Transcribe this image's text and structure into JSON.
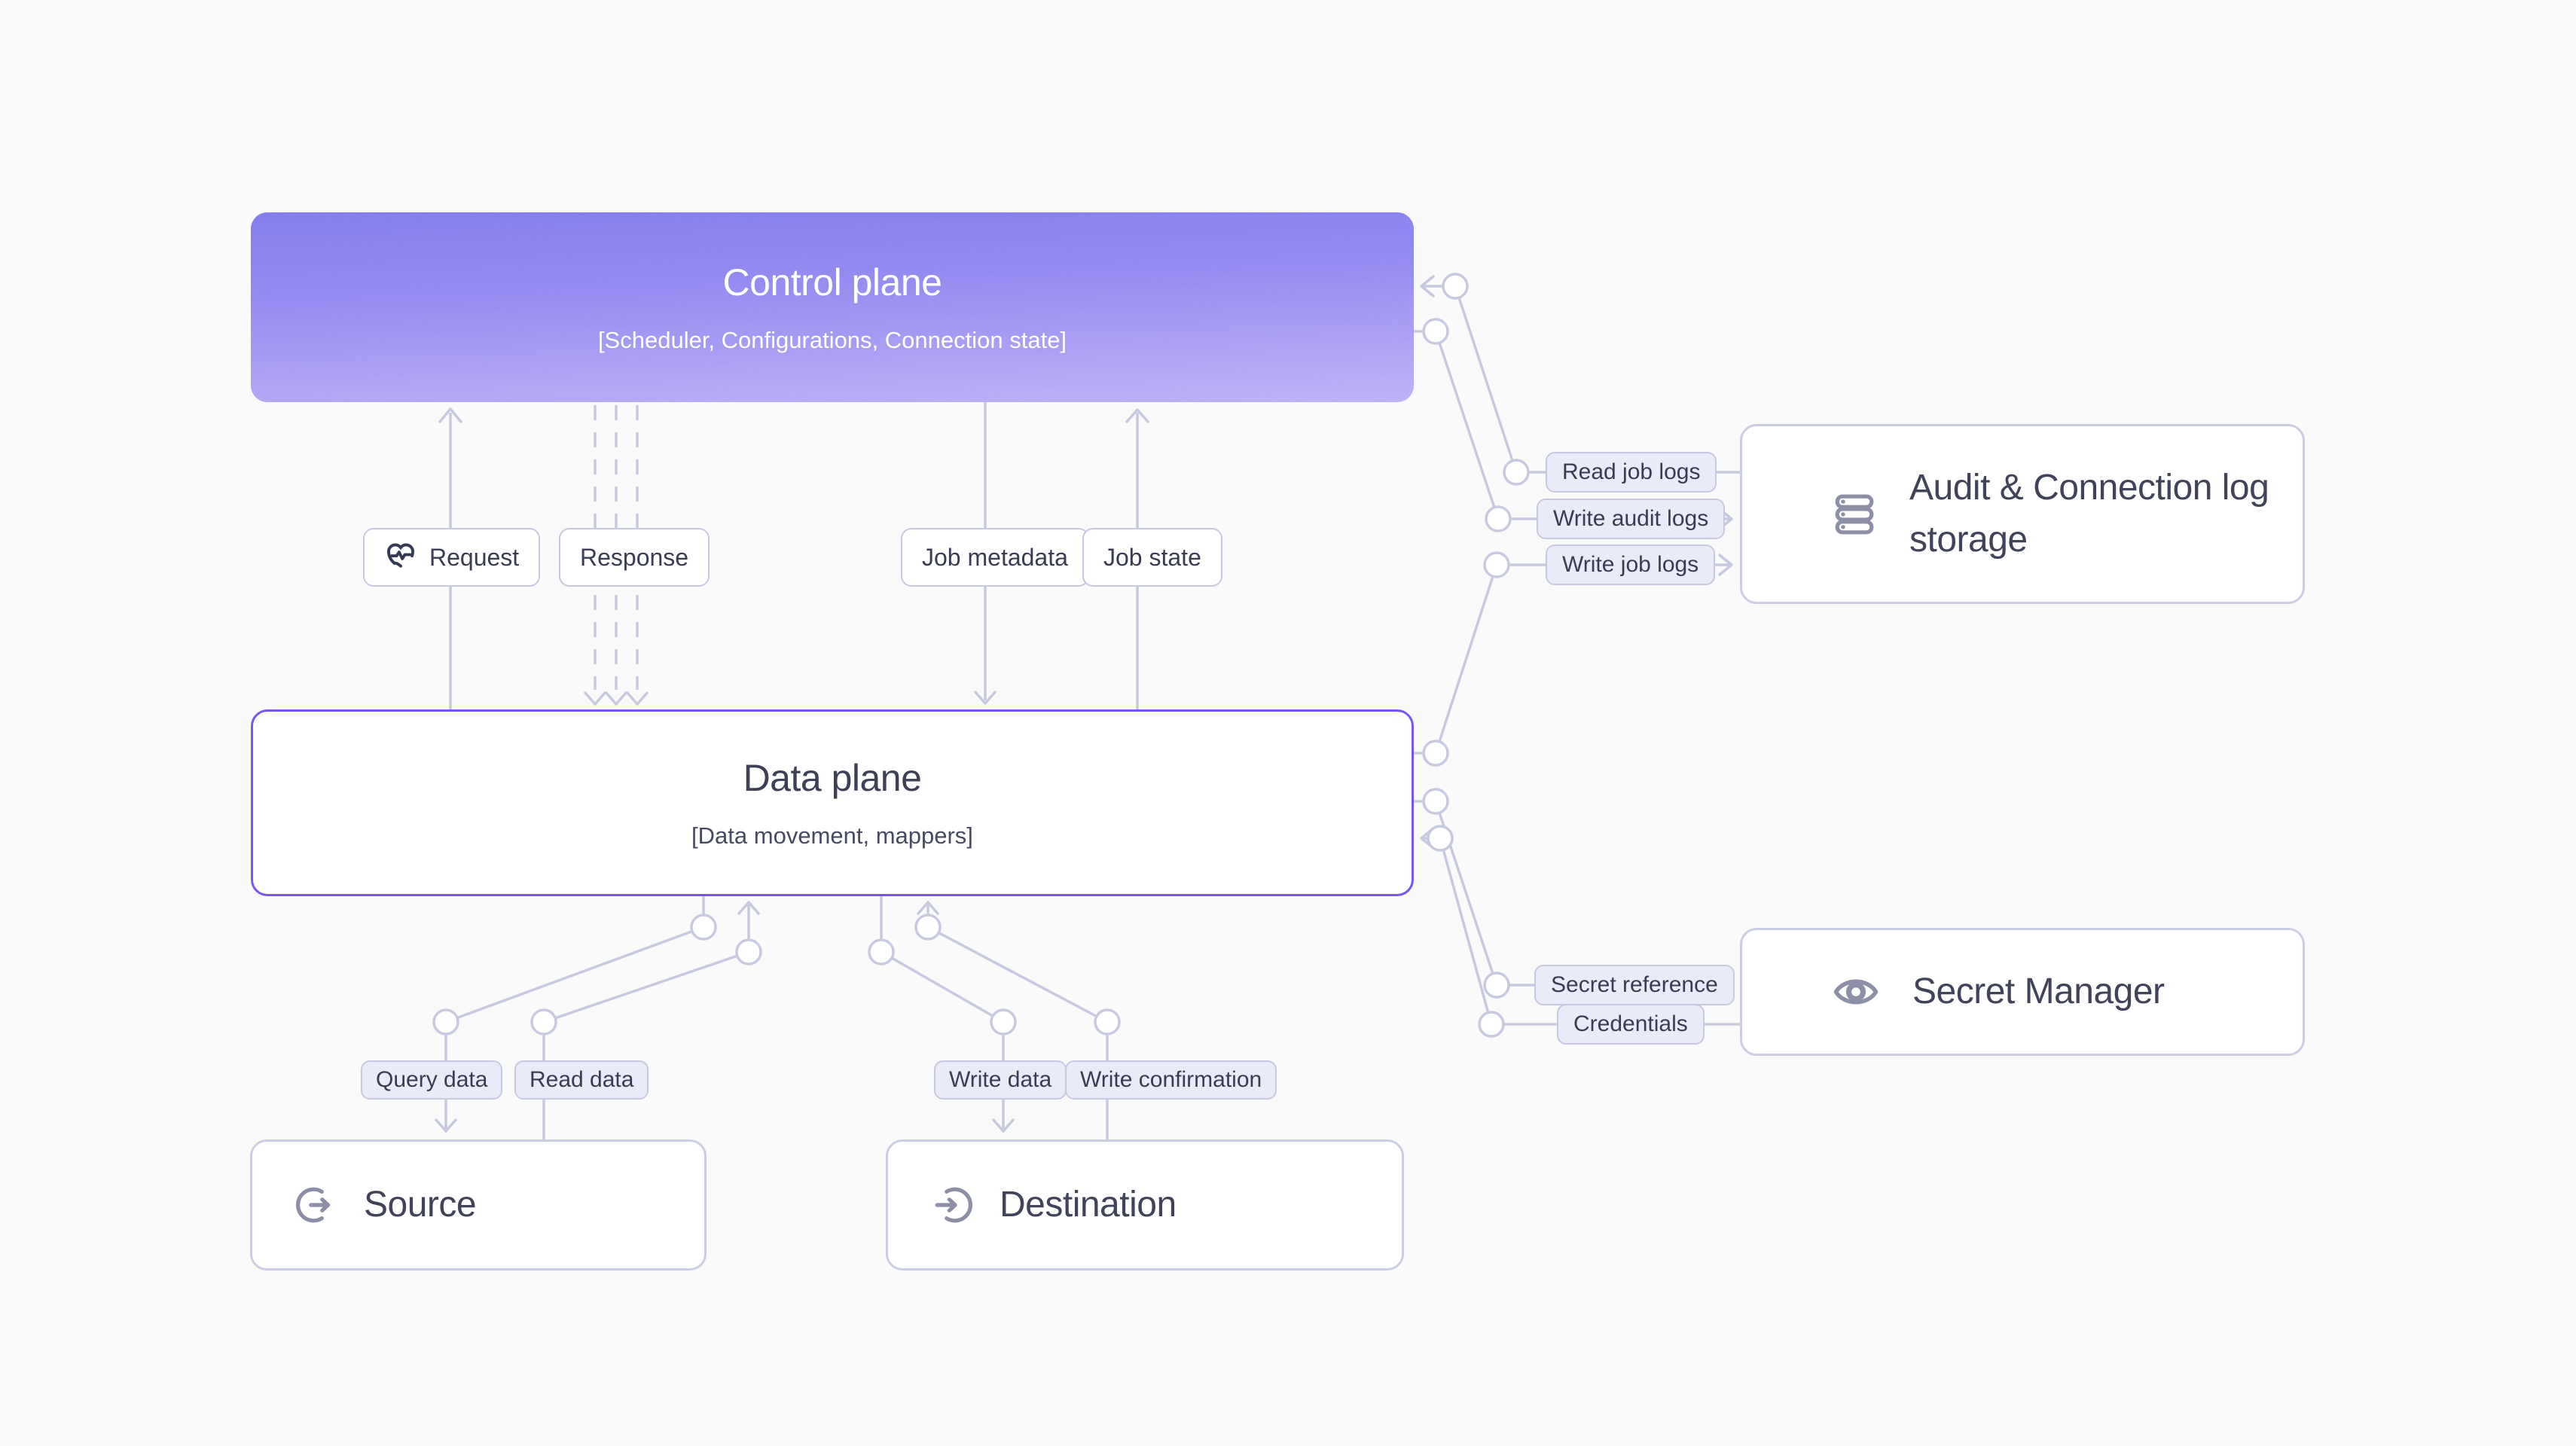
{
  "nodes": {
    "control_plane": {
      "title": "Control plane",
      "subtitle": "[Scheduler, Configurations, Connection state]"
    },
    "data_plane": {
      "title": "Data plane",
      "subtitle": "[Data movement, mappers]"
    },
    "source": {
      "title": "Source"
    },
    "destination": {
      "title": "Destination"
    },
    "audit_log_storage": {
      "title": "Audit & Connection log storage"
    },
    "secret_manager": {
      "title": "Secret Manager"
    }
  },
  "edge_labels": {
    "request": "Request",
    "response": "Response",
    "job_metadata": "Job metadata",
    "job_state": "Job state",
    "read_job_logs": "Read job logs",
    "write_audit_logs": "Write audit logs",
    "write_job_logs": "Write job logs",
    "secret_reference": "Secret reference",
    "credentials": "Credentials",
    "query_data": "Query data",
    "read_data": "Read data",
    "write_data": "Write data",
    "write_confirmation": "Write confirmation"
  },
  "icons": {
    "request": "heart-pulse-icon",
    "source": "arrow-out-circle-icon",
    "destination": "arrow-into-circle-icon",
    "audit_log_storage": "server-stack-icon",
    "secret_manager": "eye-icon"
  },
  "colors": {
    "background": "#FAFAFB",
    "wire": "#C7CADF",
    "data_plane_border": "#7A55F6",
    "control_gradient_top": "#6660E8",
    "control_gradient_bottom": "#AC9DF4",
    "tag_tint_background": "#E9EBF8",
    "text_dark": "#3E4156",
    "icon_gray": "#8D8FA6"
  }
}
